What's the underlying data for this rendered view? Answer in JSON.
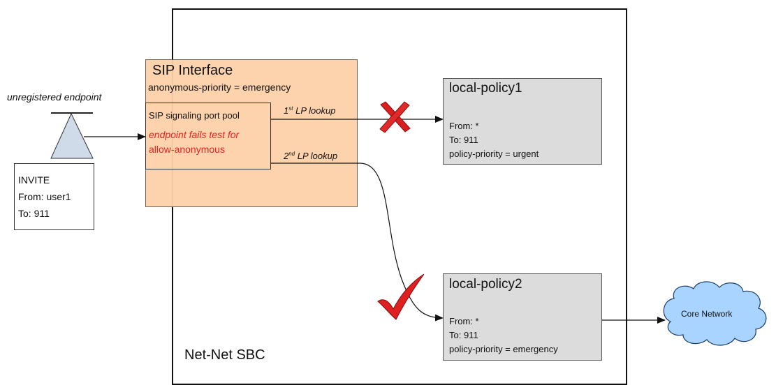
{
  "sbc": {
    "label": "Net-Net SBC"
  },
  "endpoint": {
    "label": "unregistered endpoint"
  },
  "invite": {
    "lines": [
      "INVITE",
      "From: user1",
      "To: 911"
    ]
  },
  "sip_interface": {
    "title": "SIP Interface",
    "setting": "anonymous-priority = emergency",
    "port_pool": {
      "title": "SIP signaling port pool",
      "fail_line1": "endpoint fails test for",
      "fail_line2": "allow-anonymous"
    }
  },
  "lookups": [
    {
      "ordinal": "1",
      "suffix": "st",
      "text": "LP lookup",
      "result": "rejected"
    },
    {
      "ordinal": "2",
      "suffix": "nd",
      "text": "LP lookup",
      "result": "accepted"
    }
  ],
  "local_policies": [
    {
      "title": "local-policy1",
      "lines": [
        "From: *",
        "To: 911",
        "policy-priority = urgent"
      ]
    },
    {
      "title": "local-policy2",
      "lines": [
        "From: *",
        "To: 911",
        "policy-priority = emergency"
      ]
    }
  ],
  "core_network": {
    "label": "Core Network"
  },
  "colors": {
    "sip_fill": "#fdd1a9",
    "policy_fill": "#dcdcdc",
    "cloud_fill": "#a9d4ff",
    "fail_text": "#e8231f",
    "x_mark": "#e02020",
    "check_mark": "#e02020"
  }
}
